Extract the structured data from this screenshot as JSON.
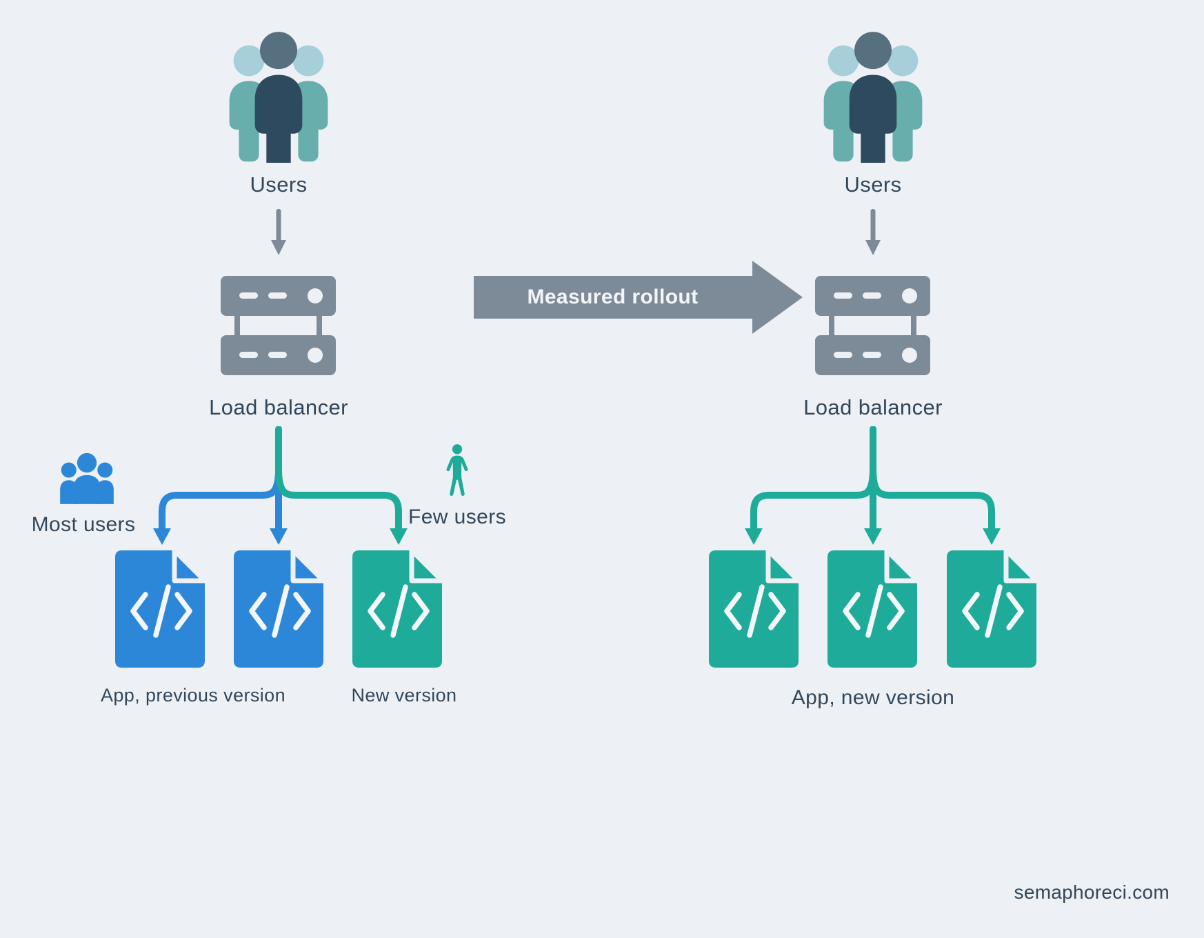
{
  "colors": {
    "background": "#edf1f5",
    "blue": "#2d87d8",
    "teal": "#1eab99",
    "gray": "#7d8b99",
    "text": "#33475b",
    "users_center_head": "#56707f",
    "users_center_body": "#2e4a5e",
    "users_side_head": "#a6cfda",
    "users_side_body": "#68aeac"
  },
  "left": {
    "users": "Users",
    "load_balancer": "Load balancer",
    "most_users": "Most users",
    "few_users": "Few users",
    "app_previous": "App, previous version",
    "new_version": "New version"
  },
  "center": {
    "rollout": "Measured rollout"
  },
  "right": {
    "users": "Users",
    "load_balancer": "Load balancer",
    "app_new": "App, new version"
  },
  "footer": {
    "brand": "semaphoreci.com"
  },
  "icons": {
    "users_group": "three-people",
    "load_balancer": "server-stack",
    "app_instance": "code-file",
    "most_users": "people-group",
    "few_users": "single-person",
    "flow_arrow": "down-arrow",
    "rollout_arrow": "right-arrow-banner"
  }
}
